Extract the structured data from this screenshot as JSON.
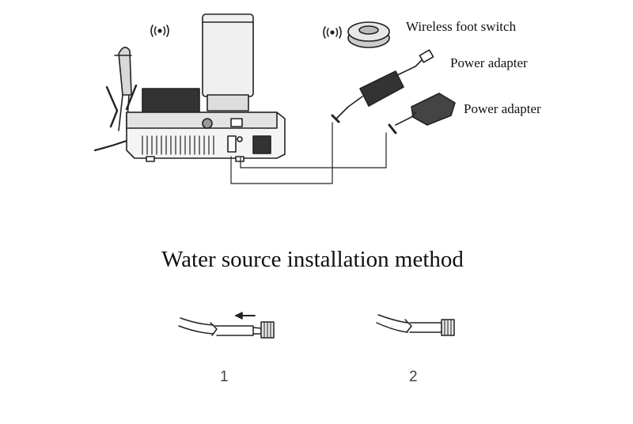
{
  "labels": {
    "wireless_foot_switch": "Wireless foot switch",
    "power_adapter_top": "Power adapter",
    "power_adapter_bottom": "Power adapter"
  },
  "title": "Water source installation method",
  "steps": [
    "1",
    "2"
  ]
}
